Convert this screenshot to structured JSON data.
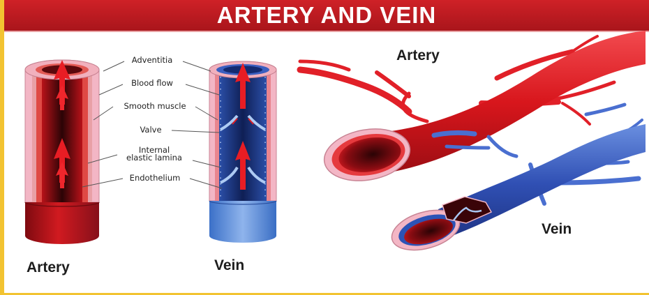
{
  "title": "ARTERY AND VEIN",
  "cross_section": {
    "labels": {
      "adventitia": "Adventitia",
      "blood_flow": "Blood flow",
      "smooth_muscle": "Smooth muscle",
      "valve": "Valve",
      "internal_elastic_lamina_line1": "Internal",
      "internal_elastic_lamina_line2": "elastic lamina",
      "endothelium": "Endothelium"
    },
    "artery_caption": "Artery",
    "vein_caption": "Vein"
  },
  "vessels_3d": {
    "artery_label": "Artery",
    "vein_label": "Vein"
  },
  "colors": {
    "title_red": "#c41c22",
    "border_yellow": "#f2c331",
    "artery_red": "#d8161c",
    "artery_dark": "#8c0d12",
    "vein_blue": "#3050b4",
    "vein_light": "#5b86d8",
    "membrane_pink": "#f2b5c2"
  },
  "icons": [
    "blood-flow-arrow-icon"
  ]
}
